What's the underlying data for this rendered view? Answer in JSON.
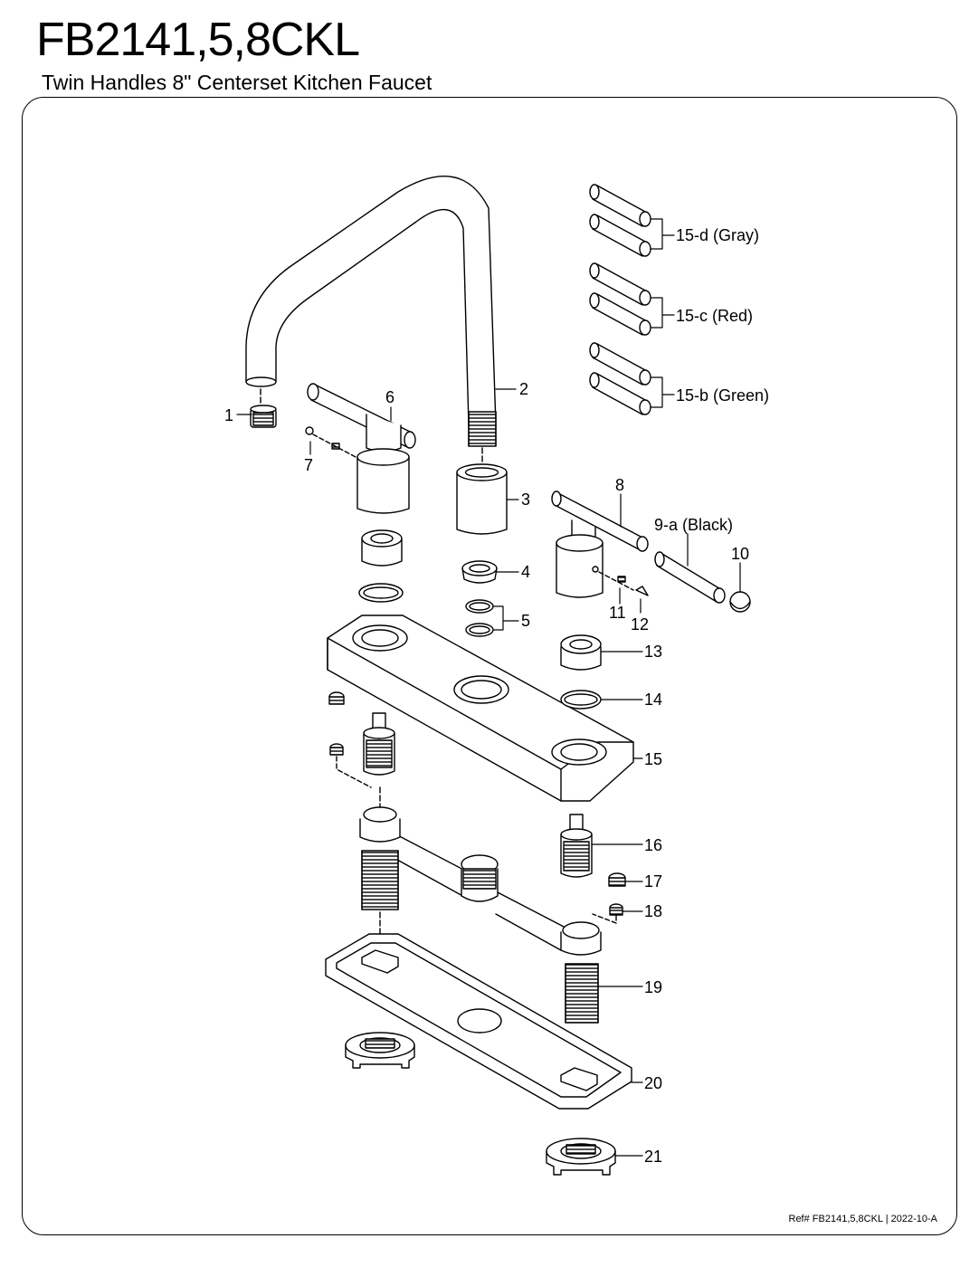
{
  "header": {
    "title": "FB2141,5,8CKL",
    "subtitle": "Twin Handles 8\" Centerset Kitchen Faucet"
  },
  "footer": {
    "ref": "Ref# FB2141,5,8CKL | 2022-10-A"
  },
  "parts": {
    "p1": "1",
    "p2": "2",
    "p3": "3",
    "p4": "4",
    "p5": "5",
    "p6": "6",
    "p7": "7",
    "p8": "8",
    "p9a": "9-a (Black)",
    "p10": "10",
    "p11": "11",
    "p12": "12",
    "p13": "13",
    "p14": "14",
    "p15": "15",
    "p15b": "15-b (Green)",
    "p15c": "15-c (Red)",
    "p15d": "15-d (Gray)",
    "p16": "16",
    "p17": "17",
    "p18": "18",
    "p19": "19",
    "p20": "20",
    "p21": "21"
  }
}
